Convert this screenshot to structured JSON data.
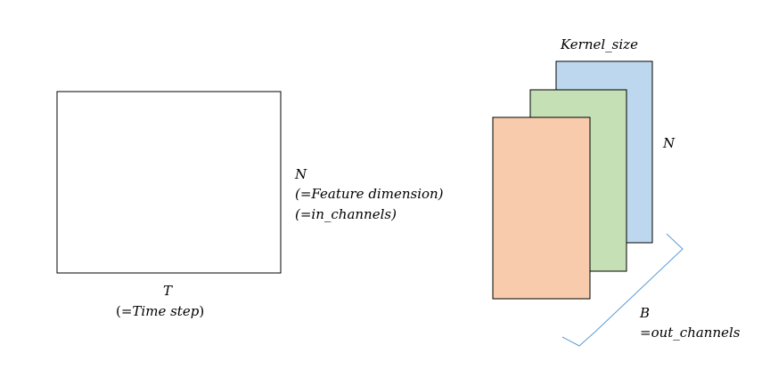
{
  "input_matrix": {
    "width_label": "T",
    "width_caption_open": "(=",
    "width_caption_italic": "Time step",
    "width_caption_close": ")",
    "height_label": "N",
    "height_caption_1": "(=Feature dimension)",
    "height_caption_2": "(=in_channels)"
  },
  "kernels": {
    "width_label": "Kernel_size",
    "height_label": "N",
    "count_label": "B",
    "count_caption": "=out_channels",
    "colors": {
      "back": "#bdd7ee",
      "middle": "#c5e0b4",
      "front": "#f8cbad",
      "border": "#000000",
      "brace": "#5b9bd5"
    }
  }
}
